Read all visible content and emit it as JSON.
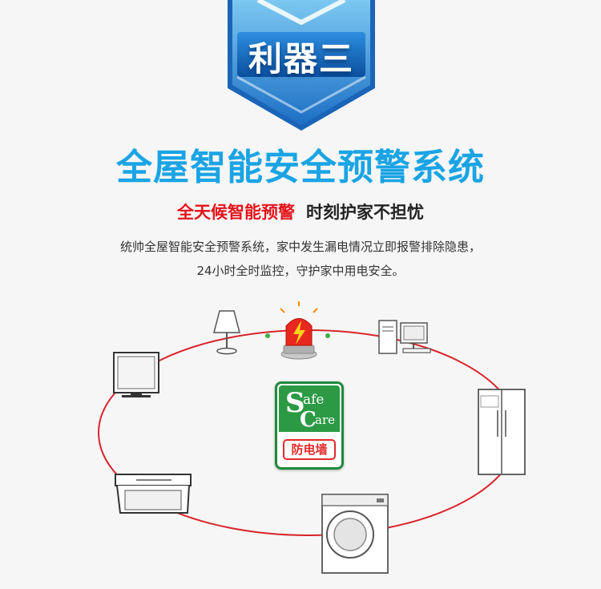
{
  "banner": {
    "label": "利器三"
  },
  "main_title": "全屋智能安全预警系统",
  "subtitle": {
    "highlight": "全天候智能预警",
    "rest": "时刻护家不担忧"
  },
  "description": [
    "统帅全屋智能安全预警系统，家中发生漏电情况立即报警排除隐患，",
    "24小时全时监控，守护家中用电安全。"
  ],
  "badge": {
    "safe_initial": "S",
    "safe_rest": "afe",
    "care_initial": "C",
    "care_rest": "are",
    "chinese": "防电墙"
  },
  "colors": {
    "accent_blue": "#1aa4e4",
    "alert_red": "#e3141c",
    "ring_red": "#d8242c",
    "badge_green": "#2c9a45"
  },
  "devices": [
    "lamp-icon",
    "alarm-beacon-icon",
    "computer-icon",
    "tv-icon",
    "refrigerator-icon",
    "range-hood-icon",
    "washing-machine-icon"
  ]
}
